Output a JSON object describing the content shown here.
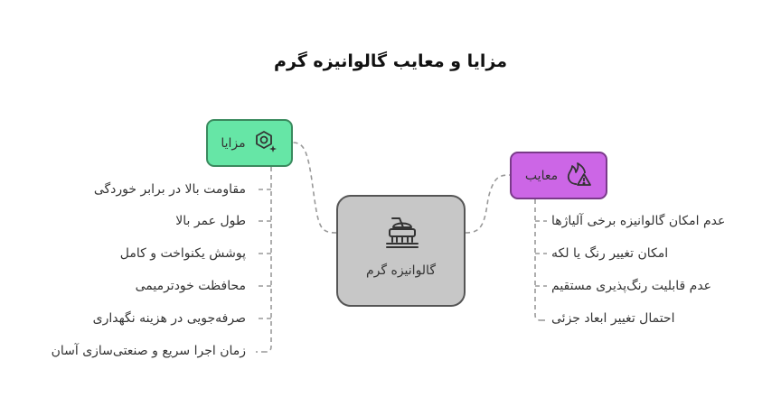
{
  "title": "مزایا و معایب گالوانیزه گرم",
  "center": {
    "label": "گالوانیزه گرم",
    "icon": "galvanizing-bath-icon"
  },
  "pros": {
    "label": "مزایا",
    "icon": "hexagon-nut-sparkle-icon",
    "color": "#66e6a6",
    "items": [
      "مقاومت بالا در برابر خوردگی",
      "طول عمر بالا",
      "پوشش یکنواخت و کامل",
      "محافظت خودترمیمی",
      "صرفه‌جویی در هزینه نگهداری",
      "زمان اجرا سریع و صنعتی‌سازی آسان"
    ]
  },
  "cons": {
    "label": "معایب",
    "icon": "fire-warning-icon",
    "color": "#cc66e6",
    "items": [
      "عدم امکان گالوانیزه برخی آلیاژها",
      "امکان تغییر رنگ یا لکه",
      "عدم قابلیت رنگ‌پذیری مستقیم",
      "احتمال تغییر ابعاد جزئی"
    ]
  }
}
